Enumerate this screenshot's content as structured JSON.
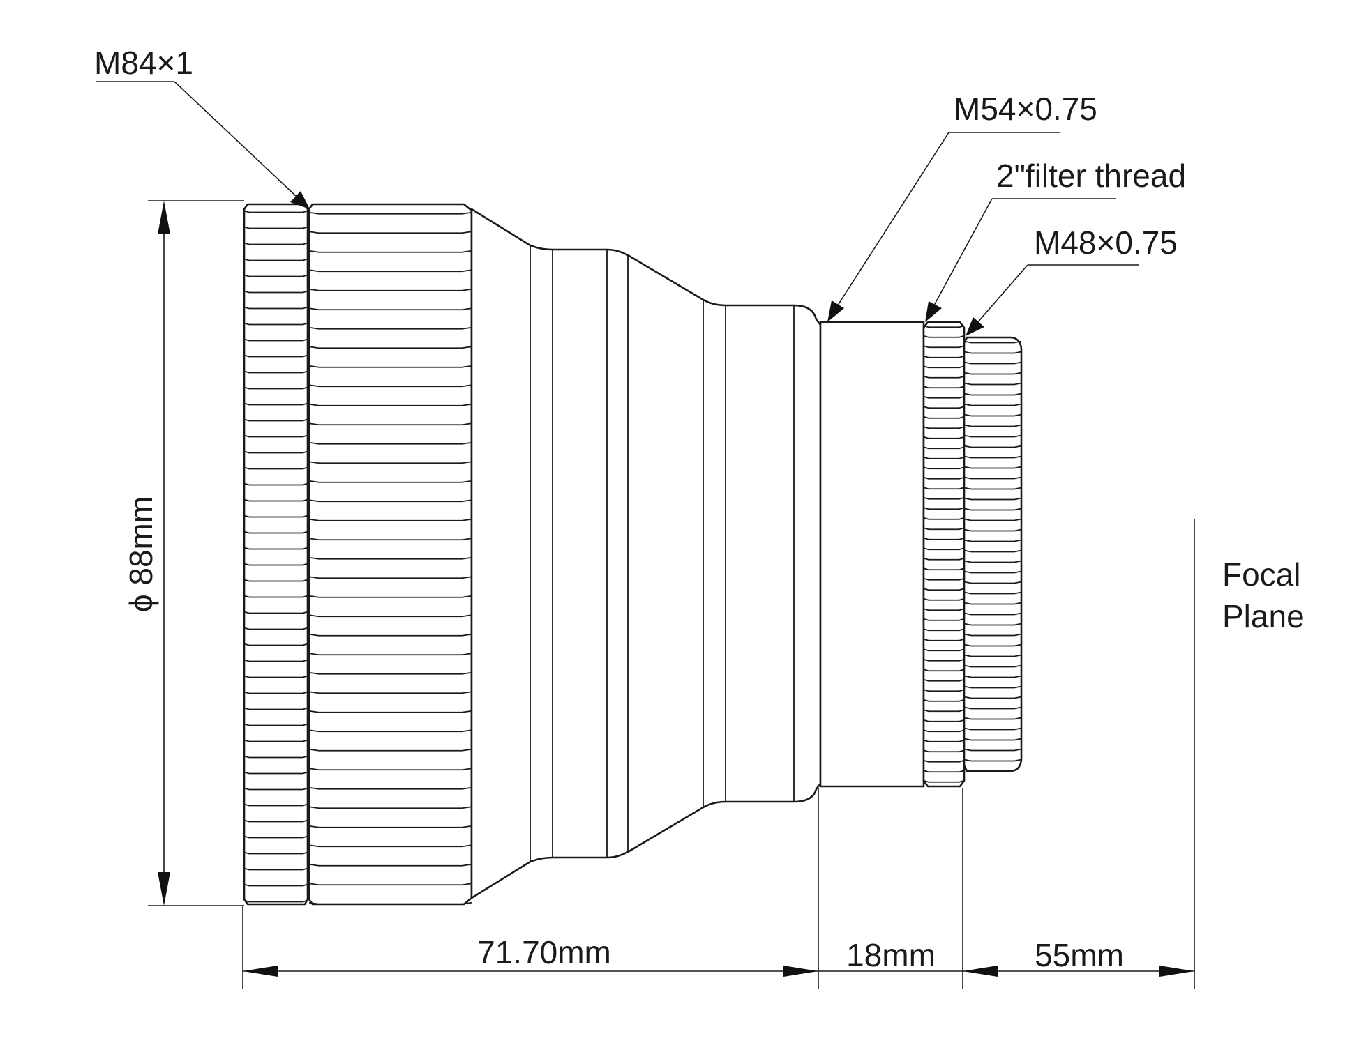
{
  "thread_labels": {
    "m84": "M84×1",
    "m54": "M54×0.75",
    "filter": "2\"filter thread",
    "m48": "M48×0.75"
  },
  "dimensions": {
    "diameter": "ϕ 88mm",
    "length_body": "71.70mm",
    "length_spacer": "18mm",
    "back_focus": "55mm"
  },
  "focal_plane": {
    "line1": "Focal",
    "line2": "Plane"
  },
  "colors": {
    "line": "#1a1a1a",
    "background": "#ffffff"
  }
}
